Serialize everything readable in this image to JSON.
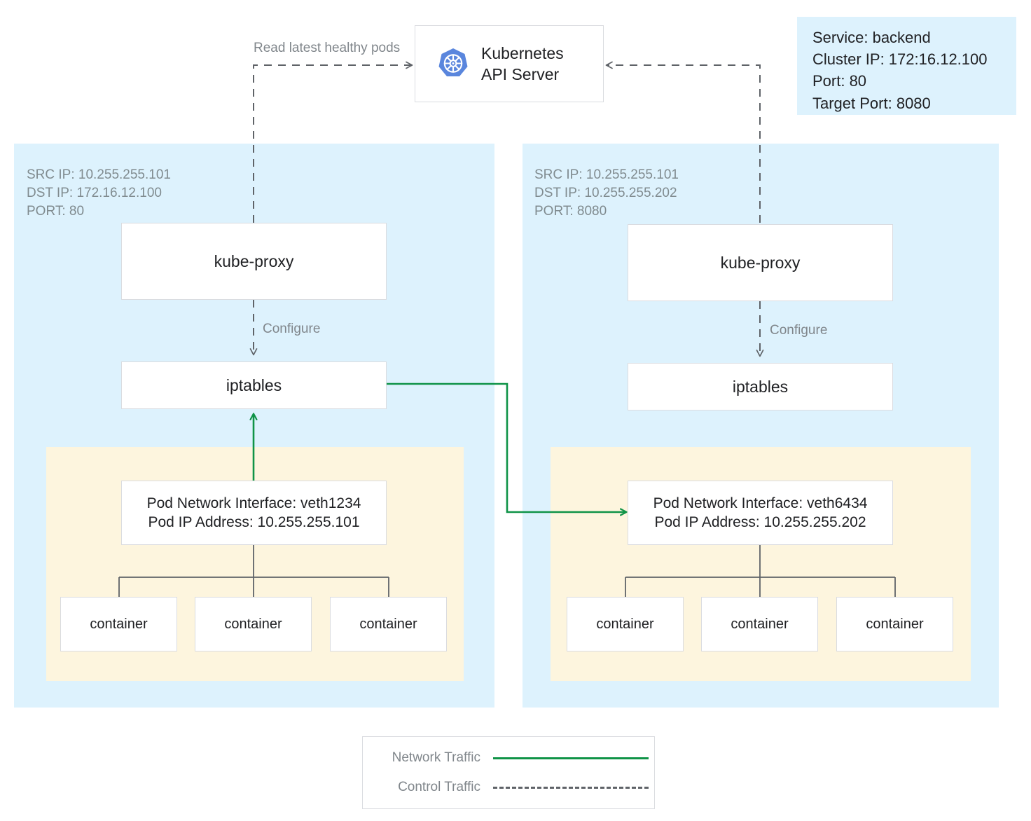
{
  "diagram": {
    "title": "Kubernetes kube-proxy iptables service routing",
    "colors": {
      "node_panel": "#ddf2fd",
      "pod_panel": "#fdf5de",
      "network_traffic": "#0f9347",
      "control_traffic": "#5f6368",
      "box_border": "#dadce0",
      "k8s_blue": "#5a86dd",
      "meta_text": "#808b8f"
    }
  },
  "api_server": {
    "icon": "kubernetes-logo-icon",
    "line1": "Kubernetes",
    "line2": "API Server",
    "label": "Kubernetes\nAPI Server"
  },
  "service_info": {
    "service": "Service: backend",
    "cluster_ip": "Cluster IP: 172:16.12.100",
    "port": "Port: 80",
    "target_port": "Target Port: 8080",
    "text": "Service: backend\nCluster IP: 172:16.12.100\nPort: 80\nTarget Port: 8080"
  },
  "edge_labels": {
    "read_latest": "Read latest healthy pods",
    "configure_left": "Configure",
    "configure_right": "Configure"
  },
  "nodes": [
    {
      "id": "left-node",
      "meta": {
        "src_ip": "SRC IP: 10.255.255.101",
        "dst_ip": "DST IP: 172.16.12.100",
        "port": "PORT: 80",
        "text": "SRC IP: 10.255.255.101\nDST IP: 172.16.12.100\nPORT: 80"
      },
      "kube_proxy": "kube-proxy",
      "iptables": "iptables",
      "pod": {
        "interface": "Pod Network Interface: veth1234",
        "ip": "Pod IP Address: 10.255.255.101",
        "containers": [
          "container",
          "container",
          "container"
        ]
      }
    },
    {
      "id": "right-node",
      "meta": {
        "src_ip": "SRC IP: 10.255.255.101",
        "dst_ip": "DST IP: 10.255.255.202",
        "port": "PORT: 8080",
        "text": "SRC IP: 10.255.255.101\nDST IP: 10.255.255.202\nPORT: 8080"
      },
      "kube_proxy": "kube-proxy",
      "iptables": "iptables",
      "pod": {
        "interface": "Pod Network Interface: veth6434",
        "ip": "Pod IP Address: 10.255.255.202",
        "containers": [
          "container",
          "container",
          "container"
        ]
      }
    }
  ],
  "legend": {
    "items": [
      {
        "label": "Network Traffic",
        "style": "solid",
        "color": "#0f9347"
      },
      {
        "label": "Control Traffic",
        "style": "dashed",
        "color": "#5f6368"
      }
    ]
  }
}
